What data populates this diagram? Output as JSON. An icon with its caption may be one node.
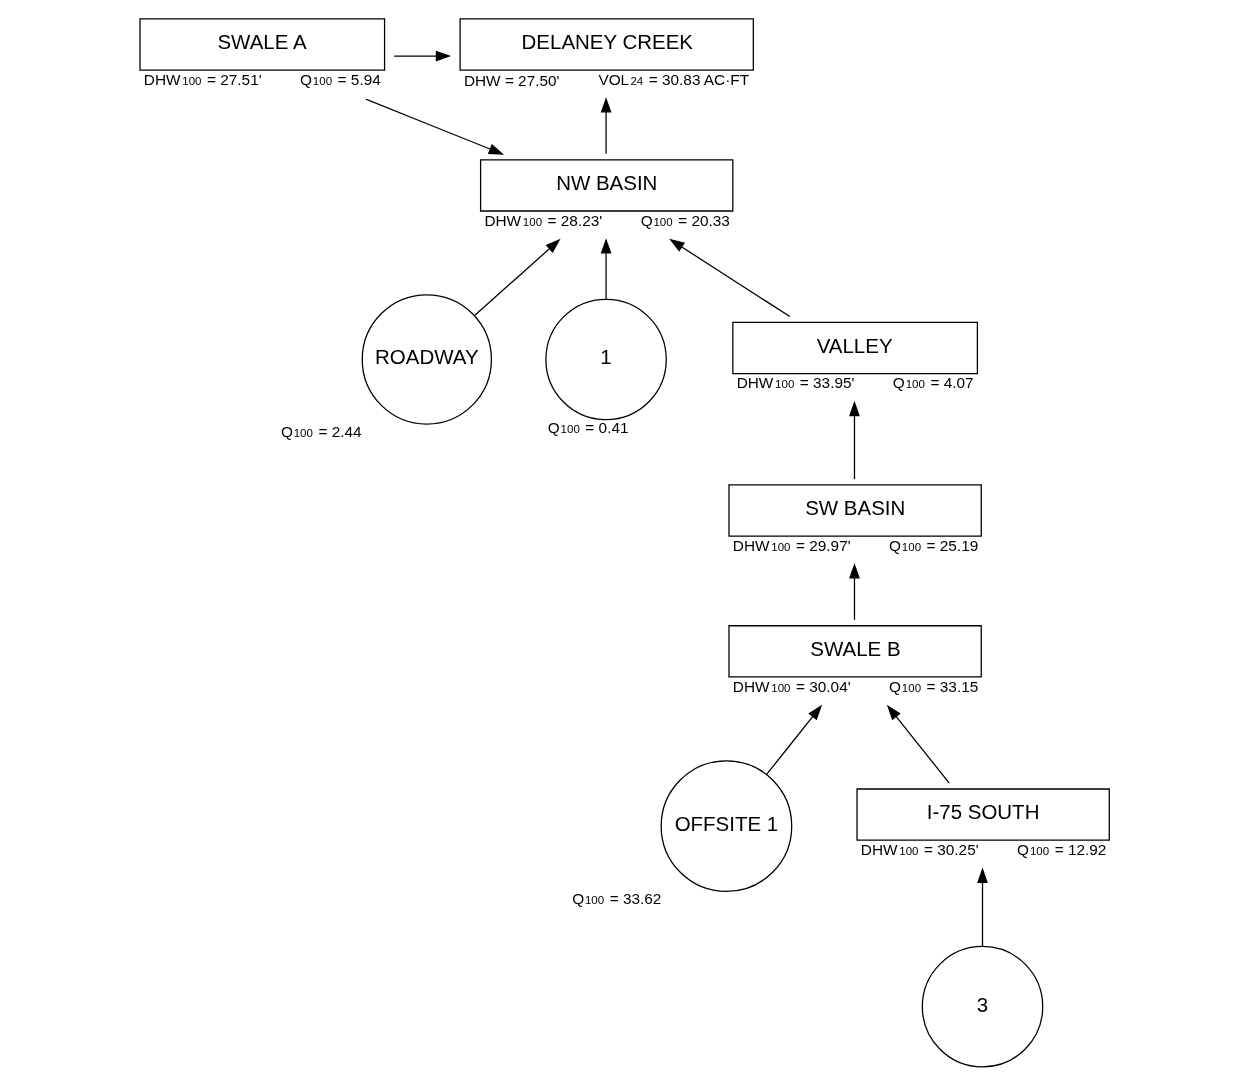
{
  "diagram": {
    "nodes": [
      {
        "text": [
          "SWALE A"
        ],
        "beside": [
          "DHW$_{100}$ = 27.51'",
          "Q$_{100}$ = 5.94"
        ]
      },
      {
        "text": [
          "DELANEY CREEK"
        ],
        "beside": [
          "DHW = 27.50'",
          "VOL$_{24}$ = 30.83 AC·FT"
        ]
      },
      {
        "text": [
          "NW BASIN"
        ],
        "beside": [
          "DHW$_{100}$ = 28.23'",
          "Q$_{100}$ = 20.33"
        ]
      },
      {
        "text": [
          "ROADWAY"
        ],
        "beside": [
          "Q$_{100}$ = 2.44"
        ]
      },
      {
        "text": [
          "1"
        ],
        "beside": [
          "Q$_{100}$ = 0.41"
        ]
      },
      {
        "text": [
          "VALLEY"
        ],
        "beside": [
          "DHW$_{100}$ = 33.95'",
          "Q$_{100}$ = 4.07"
        ]
      },
      {
        "text": [
          "SW BASIN"
        ],
        "beside": [
          "DHW$_{100}$ = 29.97'",
          "Q$_{100}$ = 25.19"
        ]
      },
      {
        "text": [
          "OFFSITE 1"
        ],
        "beside": [
          "Q$_{100}$ = 33.62"
        ]
      },
      {
        "text": [
          "SWALE B"
        ],
        "beside": [
          "DHW$_{100}$ = 30.04'",
          "Q$_{100}$ = 33.15"
        ]
      },
      {
        "text": [
          "I-75 SOUTH"
        ],
        "beside": [
          "DHW$_{100}$ = 30.25'",
          "Q$_{100}$ = 12.92"
        ]
      },
      {
        "text": [
          "3"
        ]
      }
    ],
    "edges": [
      {
        "from": 0,
        "to": 2,
        "arrow": "to"
      },
      {
        "from": 0,
        "to": 1,
        "arrow": "to"
      },
      {
        "from": 2,
        "to": 1,
        "arrow": "to"
      },
      {
        "from": 3,
        "to": 2,
        "arrow": "to"
      },
      {
        "from": 4,
        "to": 2,
        "arrow": "to"
      },
      {
        "from": 5,
        "to": 2,
        "arrow": "to"
      },
      {
        "from": 6,
        "to": 5,
        "arrow": "to"
      },
      {
        "from": 8,
        "to": 6,
        "arrow": "to"
      },
      {
        "from": 7,
        "to": 8,
        "arrow": "to"
      },
      {
        "from": 9,
        "to": 8,
        "arrow": "to"
      },
      {
        "from": 10,
        "to": 9,
        "arrow": "to"
      }
    ]
  }
}
